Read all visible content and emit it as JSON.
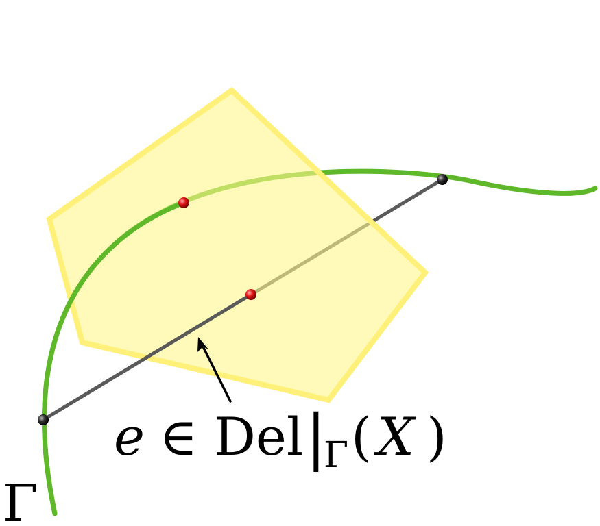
{
  "labels": {
    "edge_e": "e",
    "member_of": "∈",
    "del": "Del",
    "restriction_bar": "|",
    "subscript_gamma": "Γ",
    "open_paren": "(",
    "set_x": "X",
    "close_paren": ")",
    "curve_name": "Γ"
  },
  "colors": {
    "pentagon_fill": "#fffbb0",
    "pentagon_stroke": "#fff07a",
    "curve": "#5fb82a",
    "edge": "#5a5a5a",
    "intersection_point": "#e61a1a",
    "endpoint": "#222222",
    "arrow": "#000000"
  }
}
